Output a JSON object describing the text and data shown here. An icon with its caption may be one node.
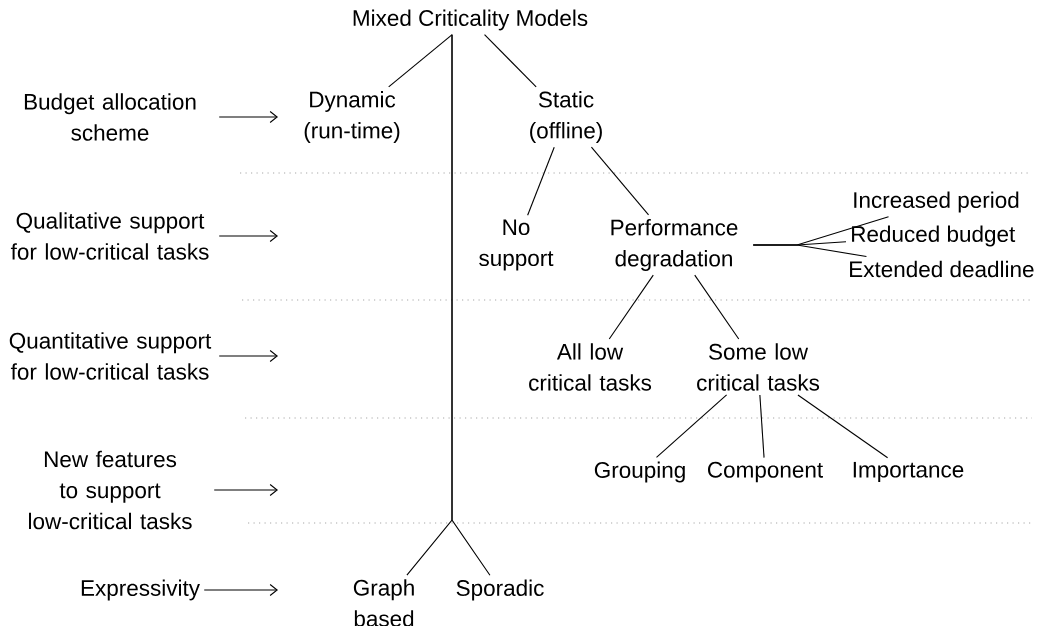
{
  "diagram": {
    "nodes": [
      {
        "text": [
          "Mixed Criticality Models"
        ]
      },
      {
        "text": [
          "Budget allocation scheme"
        ]
      },
      {
        "text": [
          "Dynamic (run-time)"
        ]
      },
      {
        "text": [
          "Static (offline)"
        ]
      },
      {
        "text": [
          "Qualitative support for low-critical tasks"
        ]
      },
      {
        "text": [
          "No support"
        ]
      },
      {
        "text": [
          "Performance degradation"
        ]
      },
      {
        "text": [
          "Increased period"
        ]
      },
      {
        "text": [
          "Reduced budget"
        ]
      },
      {
        "text": [
          "Extended deadline"
        ]
      },
      {
        "text": [
          "Quantitative support for low-critical tasks"
        ]
      },
      {
        "text": [
          "All low critical tasks"
        ]
      },
      {
        "text": [
          "Some low critical tasks"
        ]
      },
      {
        "text": [
          "New features to support low-critical tasks"
        ]
      },
      {
        "text": [
          "Grouping"
        ]
      },
      {
        "text": [
          "Component"
        ]
      },
      {
        "text": [
          "Importance"
        ]
      },
      {
        "text": [
          "Expressivity"
        ]
      },
      {
        "text": [
          "Graph based"
        ]
      },
      {
        "text": [
          "Sporadic"
        ]
      }
    ],
    "edges": [
      {
        "from": 0,
        "to": 2,
        "arrow": "none"
      },
      {
        "from": 0,
        "to": 3,
        "arrow": "none"
      },
      {
        "from": 0,
        "to": 18,
        "arrow": "none"
      },
      {
        "from": 0,
        "to": 19,
        "arrow": "none"
      },
      {
        "from": 3,
        "to": 5,
        "arrow": "none"
      },
      {
        "from": 3,
        "to": 6,
        "arrow": "none"
      },
      {
        "from": 6,
        "to": 7,
        "arrow": "none"
      },
      {
        "from": 6,
        "to": 8,
        "arrow": "none"
      },
      {
        "from": 6,
        "to": 9,
        "arrow": "none"
      },
      {
        "from": 6,
        "to": 11,
        "arrow": "none"
      },
      {
        "from": 6,
        "to": 12,
        "arrow": "none"
      },
      {
        "from": 12,
        "to": 14,
        "arrow": "none"
      },
      {
        "from": 12,
        "to": 15,
        "arrow": "none"
      },
      {
        "from": 12,
        "to": 16,
        "arrow": "none"
      },
      {
        "from": 1,
        "to": null,
        "arrow": "to"
      },
      {
        "from": 4,
        "to": null,
        "arrow": "to"
      },
      {
        "from": 10,
        "to": null,
        "arrow": "to"
      },
      {
        "from": 13,
        "to": null,
        "arrow": "to"
      },
      {
        "from": 17,
        "to": null,
        "arrow": "to"
      }
    ]
  }
}
